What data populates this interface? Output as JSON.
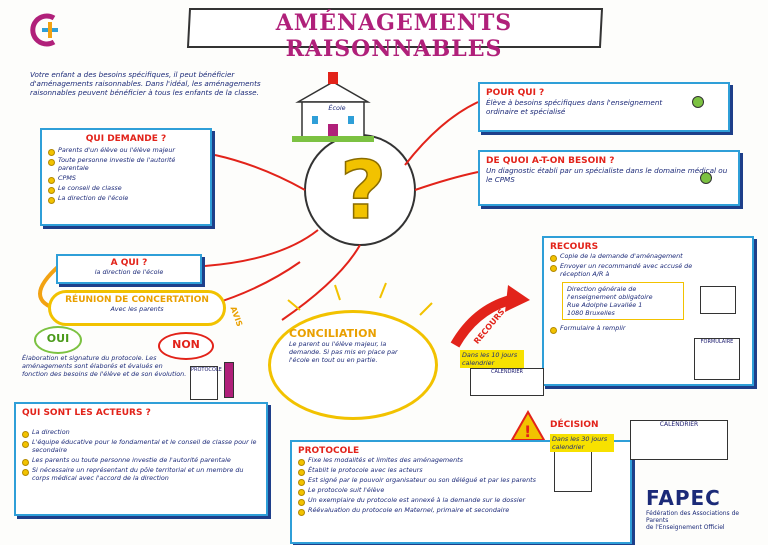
{
  "title": "AMÉNAGEMENTS RAISONNABLES",
  "intro": "Votre enfant a des besoins spécifiques, il peut bénéficier d'aménagements raisonnables. Dans l'idéal, les aménagements raisonnables peuvent bénéficier à tous les enfants de la classe.",
  "school_label": "École",
  "pour_qui": {
    "label": "POUR QUI ?",
    "text": "Élève à besoins spécifiques dans l'enseignement ordinaire et spécialisé"
  },
  "besoin": {
    "label": "DE QUOI A-T-ON BESOIN ?",
    "text": "Un diagnostic établi par un spécialiste dans le domaine médical ou le CPMS"
  },
  "qui_demande": {
    "label": "QUI DEMANDE ?",
    "items": [
      "Parents d'un élève ou l'élève majeur",
      "Toute personne investie de l'autorité parentale",
      "CPMS",
      "Le conseil de classe",
      "La direction de l'école"
    ]
  },
  "a_qui": {
    "label": "A QUI ?",
    "text": "la direction de l'école"
  },
  "reunion": {
    "label": "RÉUNION DE CONCERTATION",
    "sub": "Avec les parents"
  },
  "oui": "OUI",
  "non": "NON",
  "avis": "AVIS",
  "oui_text": "Élaboration et signature du protocole. Les aménagements sont élaborés et évalués en fonction des besoins de l'élève et de son évolution.",
  "protocole_doc": "PROTOCOLE",
  "qui_acteurs": {
    "label": "QUI SONT LES ACTEURS ?",
    "items": [
      "La direction",
      "L'équipe éducative pour le fondamental et le conseil de classe pour le secondaire",
      "Les parents ou toute personne investie de l'autorité parentale",
      "Si nécessaire un représentant du pôle territorial et un membre du corps médical avec l'accord de la direction"
    ]
  },
  "conciliation": {
    "label": "CONCILIATION",
    "text": "Le parent ou l'élève majeur, la demande. Si pas mis en place par l'école en tout ou en partie."
  },
  "protocole": {
    "label": "PROTOCOLE",
    "items": [
      "Fixe les modalités et limites des aménagements",
      "Établit le protocole avec les acteurs",
      "Est signé par le pouvoir organisateur ou son délégué et par les parents",
      "Le protocole suit l'élève",
      "Un exemplaire du protocole est annexé à la demande sur le dossier",
      "Réévaluation du protocole en Maternel, primaire et secondaire"
    ]
  },
  "recours": {
    "label": "RECOURS",
    "items": [
      "Copie de la demande d'aménagement",
      "Envoyer un recommandé avec accusé de réception A/R à",
      "Formulaire à remplir"
    ],
    "address": [
      "Direction générale de",
      "l'enseignement obligatoire",
      "Rue Adolphe Lavallée 1",
      "1080 Bruxelles"
    ],
    "arrow_label": "RECOURS",
    "formulaire_doc": "FORMULAIRE"
  },
  "dans_10": "Dans les 10 jours calendrier",
  "calendrier": "CALENDRIER",
  "decision": {
    "label": "DÉCISION",
    "text": "Dans les 30 jours calendrier"
  },
  "fapec": {
    "name": "FAPEC",
    "sub1": "Fédération des Associations de Parents",
    "sub2": "de l'Enseignement Officiel"
  },
  "colors": {
    "red": "#e2231a",
    "blue": "#2f9fd8",
    "magenta": "#b0207a",
    "orange": "#f2a212"
  }
}
